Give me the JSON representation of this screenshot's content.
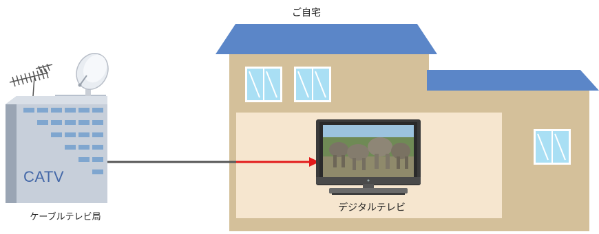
{
  "labels": {
    "home": "ご自宅",
    "station": "ケーブルテレビ局",
    "station_sign": "CATV",
    "tv": "デジタルテレビ"
  },
  "icons": [
    "antenna-icon",
    "satellite-dish-icon",
    "tv-icon",
    "window-icon"
  ],
  "colors": {
    "roof": "#5b86c8",
    "house_wall": "#d4c09a",
    "room": "#f6e6cf",
    "building": "#c7cfda",
    "cable": "#555555",
    "signal_arrow": "#e21a1a",
    "catv_text": "#4468a8"
  }
}
